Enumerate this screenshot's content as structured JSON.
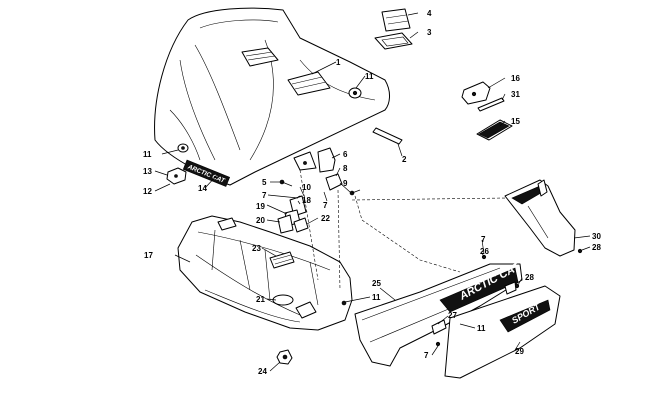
{
  "diagram": {
    "callouts": [
      "1",
      "2",
      "3",
      "4",
      "5",
      "6",
      "7",
      "8",
      "9",
      "10",
      "11",
      "12",
      "13",
      "14",
      "15",
      "16",
      "17",
      "18",
      "19",
      "20",
      "21",
      "22",
      "23",
      "24",
      "25",
      "26",
      "27",
      "28",
      "29",
      "30",
      "31"
    ],
    "decals": {
      "hood_logo": "ARCTIC CAT",
      "panel_logo": "ARCTIC CAT",
      "side_logo": "SPORT"
    }
  }
}
